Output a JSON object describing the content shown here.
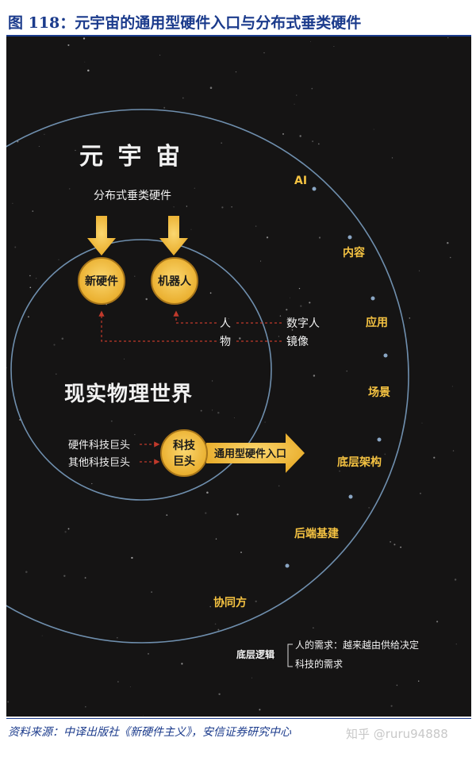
{
  "figure": {
    "title": "图 118：元宇宙的通用型硬件入口与分布式垂类硬件",
    "source": "资料来源：中译出版社《新硬件主义》，安信证券研究中心",
    "watermark": "知乎 @ruru94888"
  },
  "diagram": {
    "metaverse": "元 宇 宙",
    "distributed_hw": "分布式垂类硬件",
    "new_hardware": "新硬件",
    "robot": "机器人",
    "person": "人",
    "digital_human": "数字人",
    "object": "物",
    "mirror": "镜像",
    "real_world": "现实物理世界",
    "hw_giants": "硬件科技巨头",
    "other_giants": "其他科技巨头",
    "tech_line1": "科技",
    "tech_line2": "巨头",
    "general_entry": "通用型硬件入口",
    "orbit": [
      "AI",
      "内容",
      "应用",
      "场景",
      "底层架构",
      "后端基建",
      "协同方"
    ],
    "logic": {
      "label": "底层逻辑",
      "item1": "人的需求：越来越由供给决定",
      "item2": "科技的需求"
    }
  },
  "colors": {
    "background": "#151414",
    "accent": "#f5c342",
    "accent_dark": "#e8a317",
    "orbit_line": "#6f8fae",
    "dashed_arrow": "#c0392b",
    "title_blue": "#1b3b8c"
  }
}
